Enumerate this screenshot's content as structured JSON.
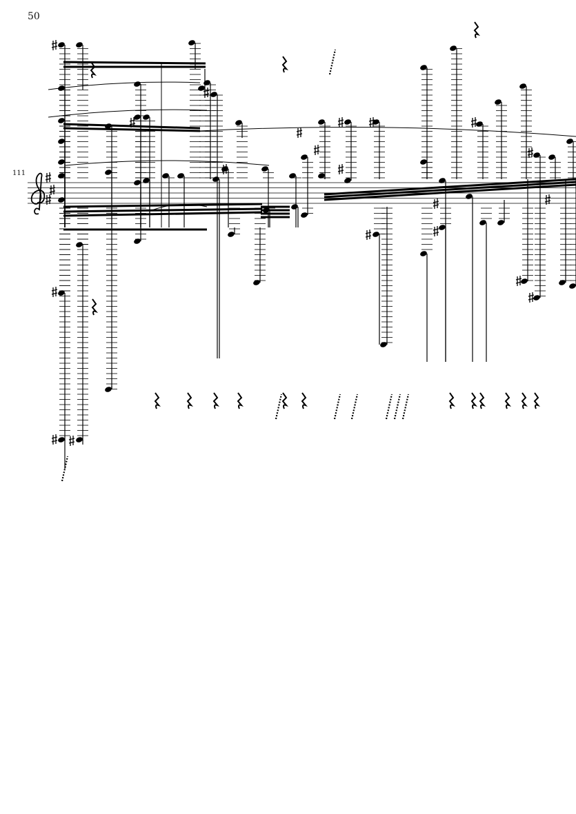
{
  "page": {
    "number": "50"
  },
  "system": {
    "measure_number": "111",
    "clef": "treble"
  }
}
